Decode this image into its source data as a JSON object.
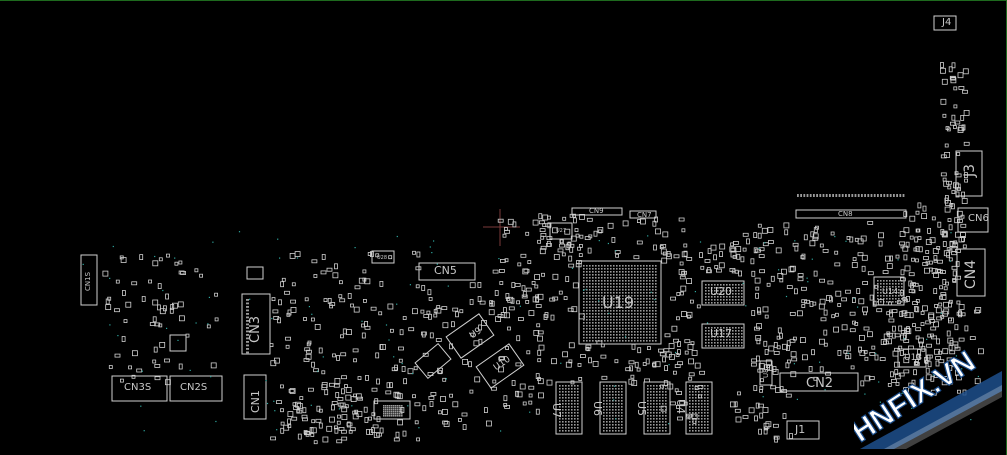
{
  "viewer": {
    "background_color": "#000000",
    "border_color": "#1e6a1e",
    "component_color": "#d0d0d0",
    "pad_color": "#9a9a9a",
    "via_color": "#2fa8a0"
  },
  "labels": {
    "j4": "J4",
    "j3": "J3",
    "cn6": "CN6",
    "cn4": "CN4",
    "cn8": "CN8",
    "cn9": "CN9",
    "cn7": "CN7",
    "cn5": "CN5",
    "cn3": "CN3",
    "cn1": "CN1",
    "cn1s": "CN1S",
    "cn3s": "CN3S",
    "cn2s": "CN2S",
    "cn2": "CN2",
    "j1": "J1",
    "u19": "U19",
    "u20": "U20",
    "u17": "U17",
    "u13": "U13",
    "u8": "U8",
    "u14": "U14",
    "u7": "U7",
    "u6": "U6",
    "u5": "U5",
    "u4": "U4",
    "u9": "U9",
    "u10": "U10",
    "u27": "U27",
    "u28": "U28"
  },
  "watermark": {
    "text": "HNFIX.VN",
    "color": "#ffffff",
    "accent_color": "#1d4f8c"
  }
}
